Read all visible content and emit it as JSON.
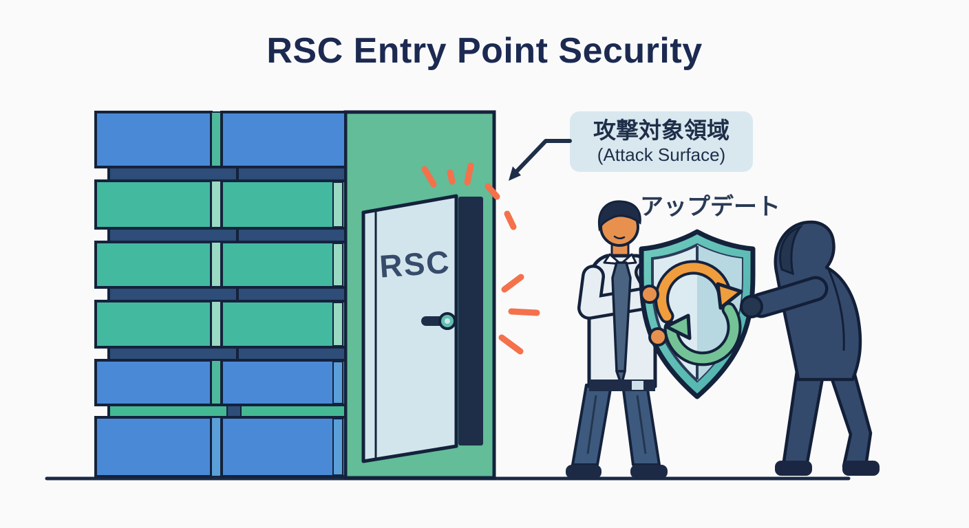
{
  "title": "RSC Entry Point Security",
  "wall": {
    "door_label": "RSC",
    "brick_rows": 6
  },
  "callout": {
    "line1": "攻撃対象領域",
    "line2": "(Attack Surface)"
  },
  "labels": {
    "update": "アップデート"
  },
  "icons": [
    {
      "name": "door-handle-icon",
      "meaning": "door handle on RSC door"
    },
    {
      "name": "alert-dashes-icon",
      "meaning": "orange alert sparks around open door"
    },
    {
      "name": "callout-arrow-icon",
      "meaning": "arrow from attack-surface callout to door"
    },
    {
      "name": "shield-icon",
      "meaning": "security shield held by defender"
    },
    {
      "name": "refresh-icon",
      "meaning": "update cycle arrows inside shield"
    }
  ],
  "colors": {
    "background": "#fafafa",
    "title_text": "#1c2a52",
    "outline_navy": "#14223c",
    "brick_blue": "#4a89d6",
    "brick_teal": "#43b9a0",
    "mortar_navy": "#2e4d78",
    "mortar_green": "#45b894",
    "wall_green": "#62bd98",
    "door_face": "#d2e5ec",
    "door_opening": "#1f2e48",
    "alert_orange": "#f4714b",
    "callout_bg": "#d9e8ef",
    "callout_text": "#1f2f49",
    "shield_rim": "#5ec1b6",
    "shield_left": "#dcebf1",
    "shield_right": "#b7d7e1",
    "arrow_orange": "#f09d3d",
    "arrow_green": "#74c396",
    "skin": "#e8914e",
    "shirt": "#e7eef3",
    "suit_navy": "#3d5a7e",
    "hoodie_navy": "#344a6c",
    "ground": "#1b2a45"
  }
}
